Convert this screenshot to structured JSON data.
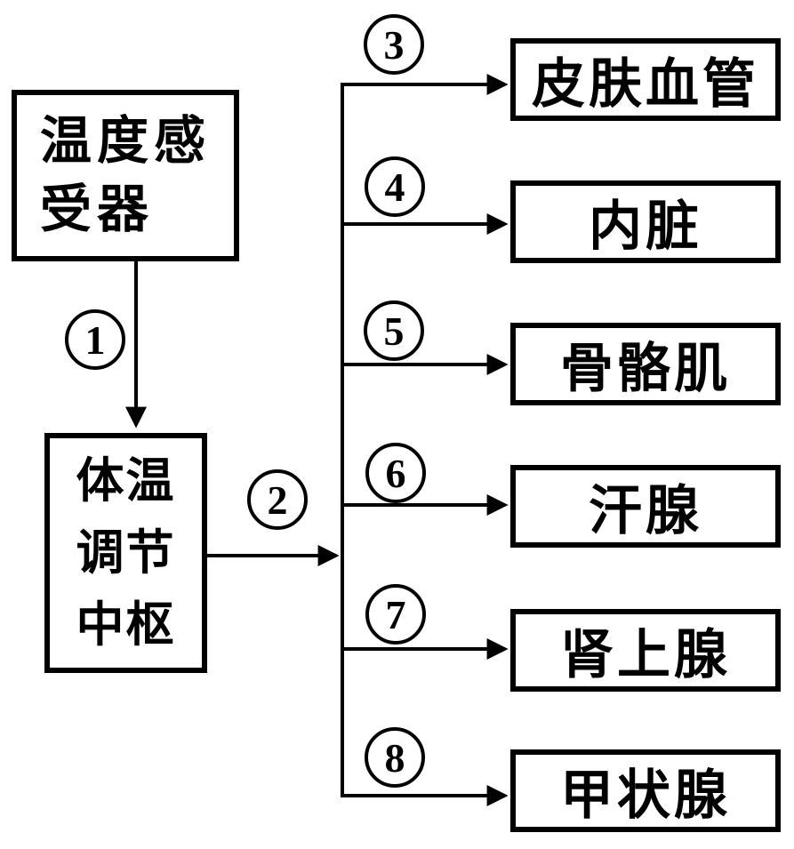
{
  "diagram": {
    "background_color": "#ffffff",
    "line_color": "#000000",
    "receptor_box": {
      "label": "温度感受器",
      "line1": "温度感",
      "line2": "受器"
    },
    "center_box": {
      "label": "体温调节中枢",
      "line1": "体温",
      "line2": "调节",
      "line3": "中枢"
    },
    "edge1": {
      "number": "1",
      "from": "温度感受器",
      "to": "体温调节中枢"
    },
    "edge2": {
      "number": "2",
      "from": "体温调节中枢",
      "to": "效应器分支"
    },
    "branches": [
      {
        "number": "3",
        "label": "皮肤血管"
      },
      {
        "number": "4",
        "label": "内脏"
      },
      {
        "number": "5",
        "label": "骨骼肌"
      },
      {
        "number": "6",
        "label": "汗腺"
      },
      {
        "number": "7",
        "label": "肾上腺"
      },
      {
        "number": "8",
        "label": "甲状腺"
      }
    ]
  }
}
